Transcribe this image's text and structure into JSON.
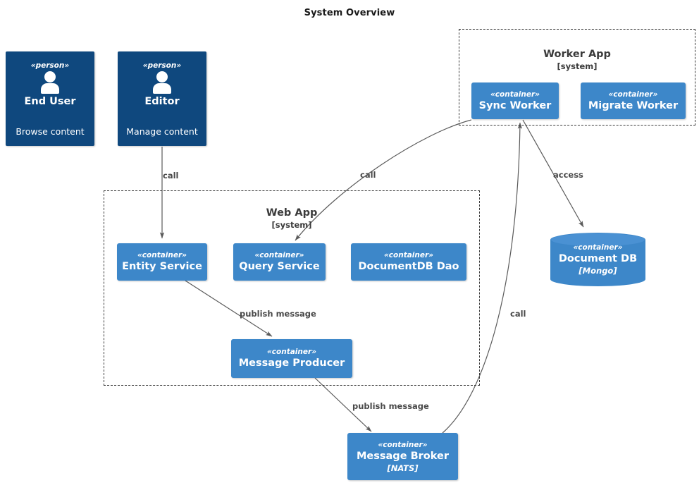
{
  "title": "System Overview",
  "colors": {
    "person_fill": "#0f487e",
    "container_fill": "#3d87c9",
    "edge_stroke": "#5a5a5a",
    "group_border": "#3b3b3b",
    "background": "#ffffff",
    "label_text": "#4a4a4a"
  },
  "stereotypes": {
    "person": "«person»",
    "container": "«container»"
  },
  "groups": [
    {
      "id": "worker-app",
      "name": "Worker App",
      "type": "[system]"
    },
    {
      "id": "web-app",
      "name": "Web App",
      "type": "[system]"
    }
  ],
  "nodes": [
    {
      "id": "end-user",
      "kind": "person",
      "stereotype": "«person»",
      "name": "End User",
      "description": "Browse content"
    },
    {
      "id": "editor",
      "kind": "person",
      "stereotype": "«person»",
      "name": "Editor",
      "description": "Manage content"
    },
    {
      "id": "sync-worker",
      "kind": "container",
      "stereotype": "«container»",
      "name": "Sync Worker"
    },
    {
      "id": "migrate-worker",
      "kind": "container",
      "stereotype": "«container»",
      "name": "Migrate Worker"
    },
    {
      "id": "entity-service",
      "kind": "container",
      "stereotype": "«container»",
      "name": "Entity Service"
    },
    {
      "id": "query-service",
      "kind": "container",
      "stereotype": "«container»",
      "name": "Query Service"
    },
    {
      "id": "documentdb-dao",
      "kind": "container",
      "stereotype": "«container»",
      "name": "DocumentDB Dao"
    },
    {
      "id": "document-db",
      "kind": "database",
      "stereotype": "«container»",
      "name": "Document DB",
      "technology": "[Mongo]"
    },
    {
      "id": "message-producer",
      "kind": "container",
      "stereotype": "«container»",
      "name": "Message Producer"
    },
    {
      "id": "message-broker",
      "kind": "container",
      "stereotype": "«container»",
      "name": "Message Broker",
      "technology": "[NATS]"
    }
  ],
  "edges": [
    {
      "id": "editor-to-entity",
      "from": "editor",
      "to": "entity-service",
      "label": "call"
    },
    {
      "id": "sync-to-query",
      "from": "sync-worker",
      "to": "query-service",
      "label": "call"
    },
    {
      "id": "sync-to-documentdb",
      "from": "sync-worker",
      "to": "document-db",
      "label": "access"
    },
    {
      "id": "entity-to-producer",
      "from": "entity-service",
      "to": "message-producer",
      "label": "publish message"
    },
    {
      "id": "producer-to-broker",
      "from": "message-producer",
      "to": "message-broker",
      "label": "publish message"
    },
    {
      "id": "broker-to-sync",
      "from": "message-broker",
      "to": "sync-worker",
      "label": "call"
    }
  ]
}
